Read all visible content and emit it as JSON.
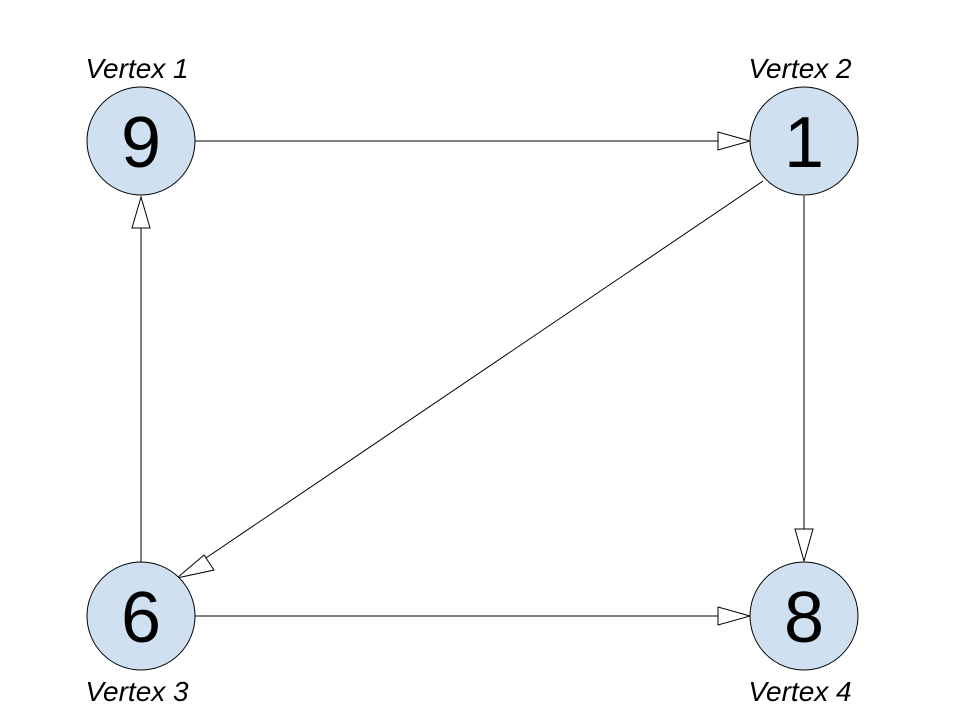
{
  "vertices": [
    {
      "id": "v1",
      "label": "Vertex 1",
      "value": "9"
    },
    {
      "id": "v2",
      "label": "Vertex 2",
      "value": "1"
    },
    {
      "id": "v3",
      "label": "Vertex 3",
      "value": "6"
    },
    {
      "id": "v4",
      "label": "Vertex 4",
      "value": "8"
    }
  ],
  "edges": [
    {
      "from": "v1",
      "to": "v2"
    },
    {
      "from": "v2",
      "to": "v3"
    },
    {
      "from": "v2",
      "to": "v4"
    },
    {
      "from": "v3",
      "to": "v1"
    },
    {
      "from": "v3",
      "to": "v4"
    }
  ],
  "colors": {
    "node_fill": "#cfe0f1",
    "stroke": "#000000",
    "arrowhead_fill": "#ffffff"
  }
}
